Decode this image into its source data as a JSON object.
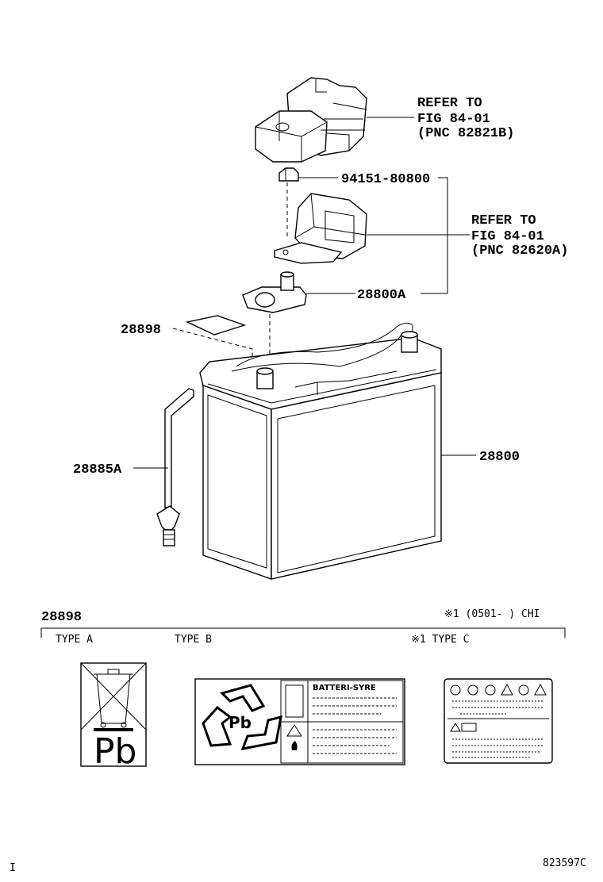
{
  "callouts": {
    "refer1": [
      "REFER TO",
      "FIG 84-01",
      "(PNC 82821B)"
    ],
    "bolt": "94151-80800",
    "refer2": [
      "REFER TO",
      "FIG 84-01",
      "(PNC 82620A)"
    ],
    "clamp": "28800A",
    "label_part": "28898",
    "battery": "28800",
    "hold_down_rod": "28885A"
  },
  "table": {
    "part_no": "28898",
    "note": "※1 (0501-    ) CHI",
    "type_a": "TYPE A",
    "type_b": "TYPE B",
    "type_c": "※1 TYPE C"
  },
  "labels": {
    "pb_a": "Pb",
    "pb_b": "Pb",
    "batteri_syre": "BATTERI-SYRE"
  },
  "footer": {
    "left_mark": "I",
    "drawing_code": "823597C"
  }
}
